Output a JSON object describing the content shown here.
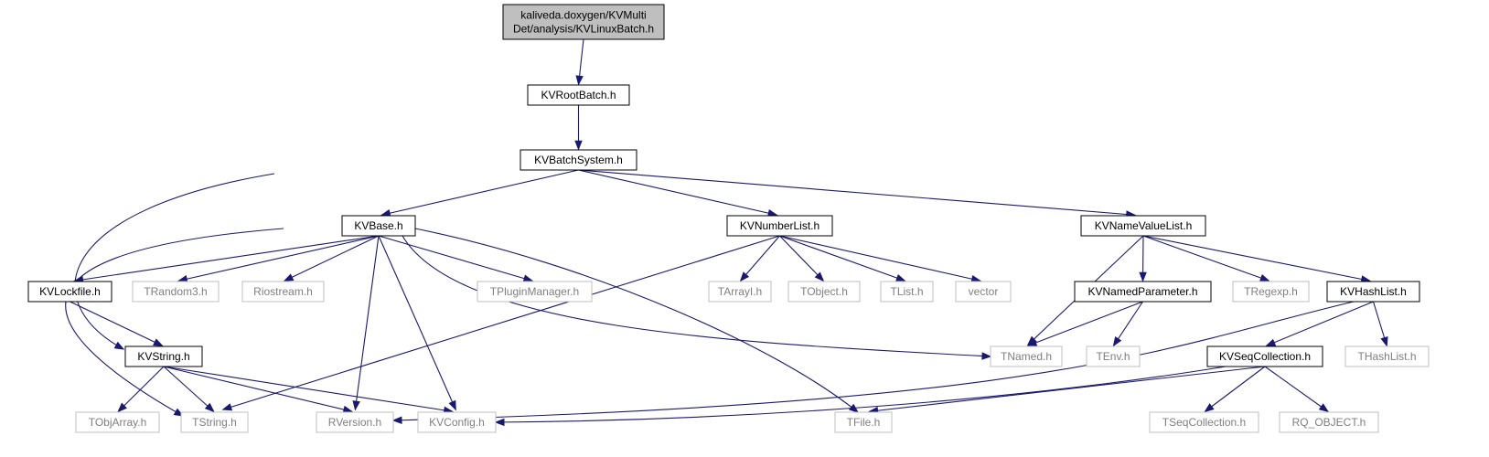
{
  "nodes": {
    "root": {
      "lines": [
        "kaliveda.doxygen/KVMulti",
        "Det/analysis/KVLinuxBatch.h"
      ],
      "kind": "root"
    },
    "KVRootBatch": {
      "label": "KVRootBatch.h",
      "kind": "documented"
    },
    "KVBatchSystem": {
      "label": "KVBatchSystem.h",
      "kind": "documented"
    },
    "KVBase": {
      "label": "KVBase.h",
      "kind": "documented"
    },
    "KVNumberList": {
      "label": "KVNumberList.h",
      "kind": "documented"
    },
    "KVNameValueList": {
      "label": "KVNameValueList.h",
      "kind": "documented"
    },
    "KVLockfile": {
      "label": "KVLockfile.h",
      "kind": "documented"
    },
    "TRandom3": {
      "label": "TRandom3.h",
      "kind": "external"
    },
    "Riostream": {
      "label": "Riostream.h",
      "kind": "external"
    },
    "TPluginManager": {
      "label": "TPluginManager.h",
      "kind": "external"
    },
    "TArrayI": {
      "label": "TArrayI.h",
      "kind": "external"
    },
    "TObject": {
      "label": "TObject.h",
      "kind": "external"
    },
    "TList": {
      "label": "TList.h",
      "kind": "external"
    },
    "vector": {
      "label": "vector",
      "kind": "external"
    },
    "KVNamedParameter": {
      "label": "KVNamedParameter.h",
      "kind": "documented"
    },
    "TRegexp": {
      "label": "TRegexp.h",
      "kind": "external"
    },
    "KVHashList": {
      "label": "KVHashList.h",
      "kind": "documented"
    },
    "KVString": {
      "label": "KVString.h",
      "kind": "documented"
    },
    "TNamed": {
      "label": "TNamed.h",
      "kind": "external"
    },
    "TEnv": {
      "label": "TEnv.h",
      "kind": "external"
    },
    "KVSeqCollection": {
      "label": "KVSeqCollection.h",
      "kind": "documented"
    },
    "THashList": {
      "label": "THashList.h",
      "kind": "external"
    },
    "TObjArray": {
      "label": "TObjArray.h",
      "kind": "external"
    },
    "TString": {
      "label": "TString.h",
      "kind": "external"
    },
    "RVersion": {
      "label": "RVersion.h",
      "kind": "external"
    },
    "KVConfig": {
      "label": "KVConfig.h",
      "kind": "external"
    },
    "TFile": {
      "label": "TFile.h",
      "kind": "external"
    },
    "TSeqCollection": {
      "label": "TSeqCollection.h",
      "kind": "external"
    },
    "RQ_OBJECT": {
      "label": "RQ_OBJECT.h",
      "kind": "external"
    }
  },
  "edges": [
    [
      "root",
      "KVRootBatch"
    ],
    [
      "KVRootBatch",
      "KVBatchSystem"
    ],
    [
      "KVBatchSystem",
      "KVBase"
    ],
    [
      "KVBatchSystem",
      "KVNumberList"
    ],
    [
      "KVBatchSystem",
      "KVNameValueList"
    ],
    [
      "KVBatchSystem",
      "KVString"
    ],
    [
      "KVBase",
      "KVLockfile"
    ],
    [
      "KVBase",
      "TRandom3"
    ],
    [
      "KVBase",
      "Riostream"
    ],
    [
      "KVBase",
      "TPluginManager"
    ],
    [
      "KVBase",
      "TNamed"
    ],
    [
      "KVBase",
      "TString"
    ],
    [
      "KVBase",
      "RVersion"
    ],
    [
      "KVBase",
      "KVConfig"
    ],
    [
      "KVBase",
      "TFile"
    ],
    [
      "KVNumberList",
      "TArrayI"
    ],
    [
      "KVNumberList",
      "TObject"
    ],
    [
      "KVNumberList",
      "TList"
    ],
    [
      "KVNumberList",
      "vector"
    ],
    [
      "KVNumberList",
      "TString"
    ],
    [
      "KVNameValueList",
      "TNamed"
    ],
    [
      "KVNameValueList",
      "KVNamedParameter"
    ],
    [
      "KVNameValueList",
      "TRegexp"
    ],
    [
      "KVNameValueList",
      "KVHashList"
    ],
    [
      "KVNamedParameter",
      "TNamed"
    ],
    [
      "KVNamedParameter",
      "TEnv"
    ],
    [
      "KVHashList",
      "KVSeqCollection"
    ],
    [
      "KVHashList",
      "THashList"
    ],
    [
      "KVHashList",
      "RVersion"
    ],
    [
      "KVLockfile",
      "KVString"
    ],
    [
      "KVString",
      "TObjArray"
    ],
    [
      "KVString",
      "TString"
    ],
    [
      "KVString",
      "RVersion"
    ],
    [
      "KVString",
      "KVConfig"
    ],
    [
      "KVSeqCollection",
      "TFile"
    ],
    [
      "KVSeqCollection",
      "KVConfig"
    ],
    [
      "KVSeqCollection",
      "TSeqCollection"
    ],
    [
      "KVSeqCollection",
      "RQ_OBJECT"
    ]
  ]
}
